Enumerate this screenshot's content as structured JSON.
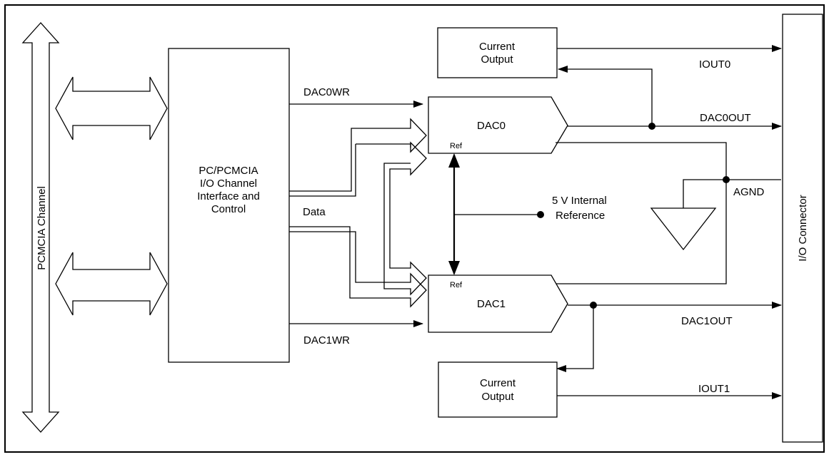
{
  "blocks": {
    "pcmcia_channel": "PCMCIA Channel",
    "controller": [
      "PC/PCMCIA",
      "I/O Channel",
      "Interface and",
      "Control"
    ],
    "current_output_top": [
      "Current",
      "Output"
    ],
    "current_output_bottom": [
      "Current",
      "Output"
    ],
    "dac0": "DAC0",
    "dac1": "DAC1",
    "ref0": "Ref",
    "ref1": "Ref",
    "internal_reference": [
      "5 V Internal",
      "Reference"
    ],
    "io_connector": "I/O Connector"
  },
  "signals": {
    "dac0wr": "DAC0WR",
    "dac1wr": "DAC1WR",
    "data": "Data",
    "iout0": "IOUT0",
    "dac0out": "DAC0OUT",
    "agnd": "AGND",
    "dac1out": "DAC1OUT",
    "iout1": "IOUT1"
  }
}
